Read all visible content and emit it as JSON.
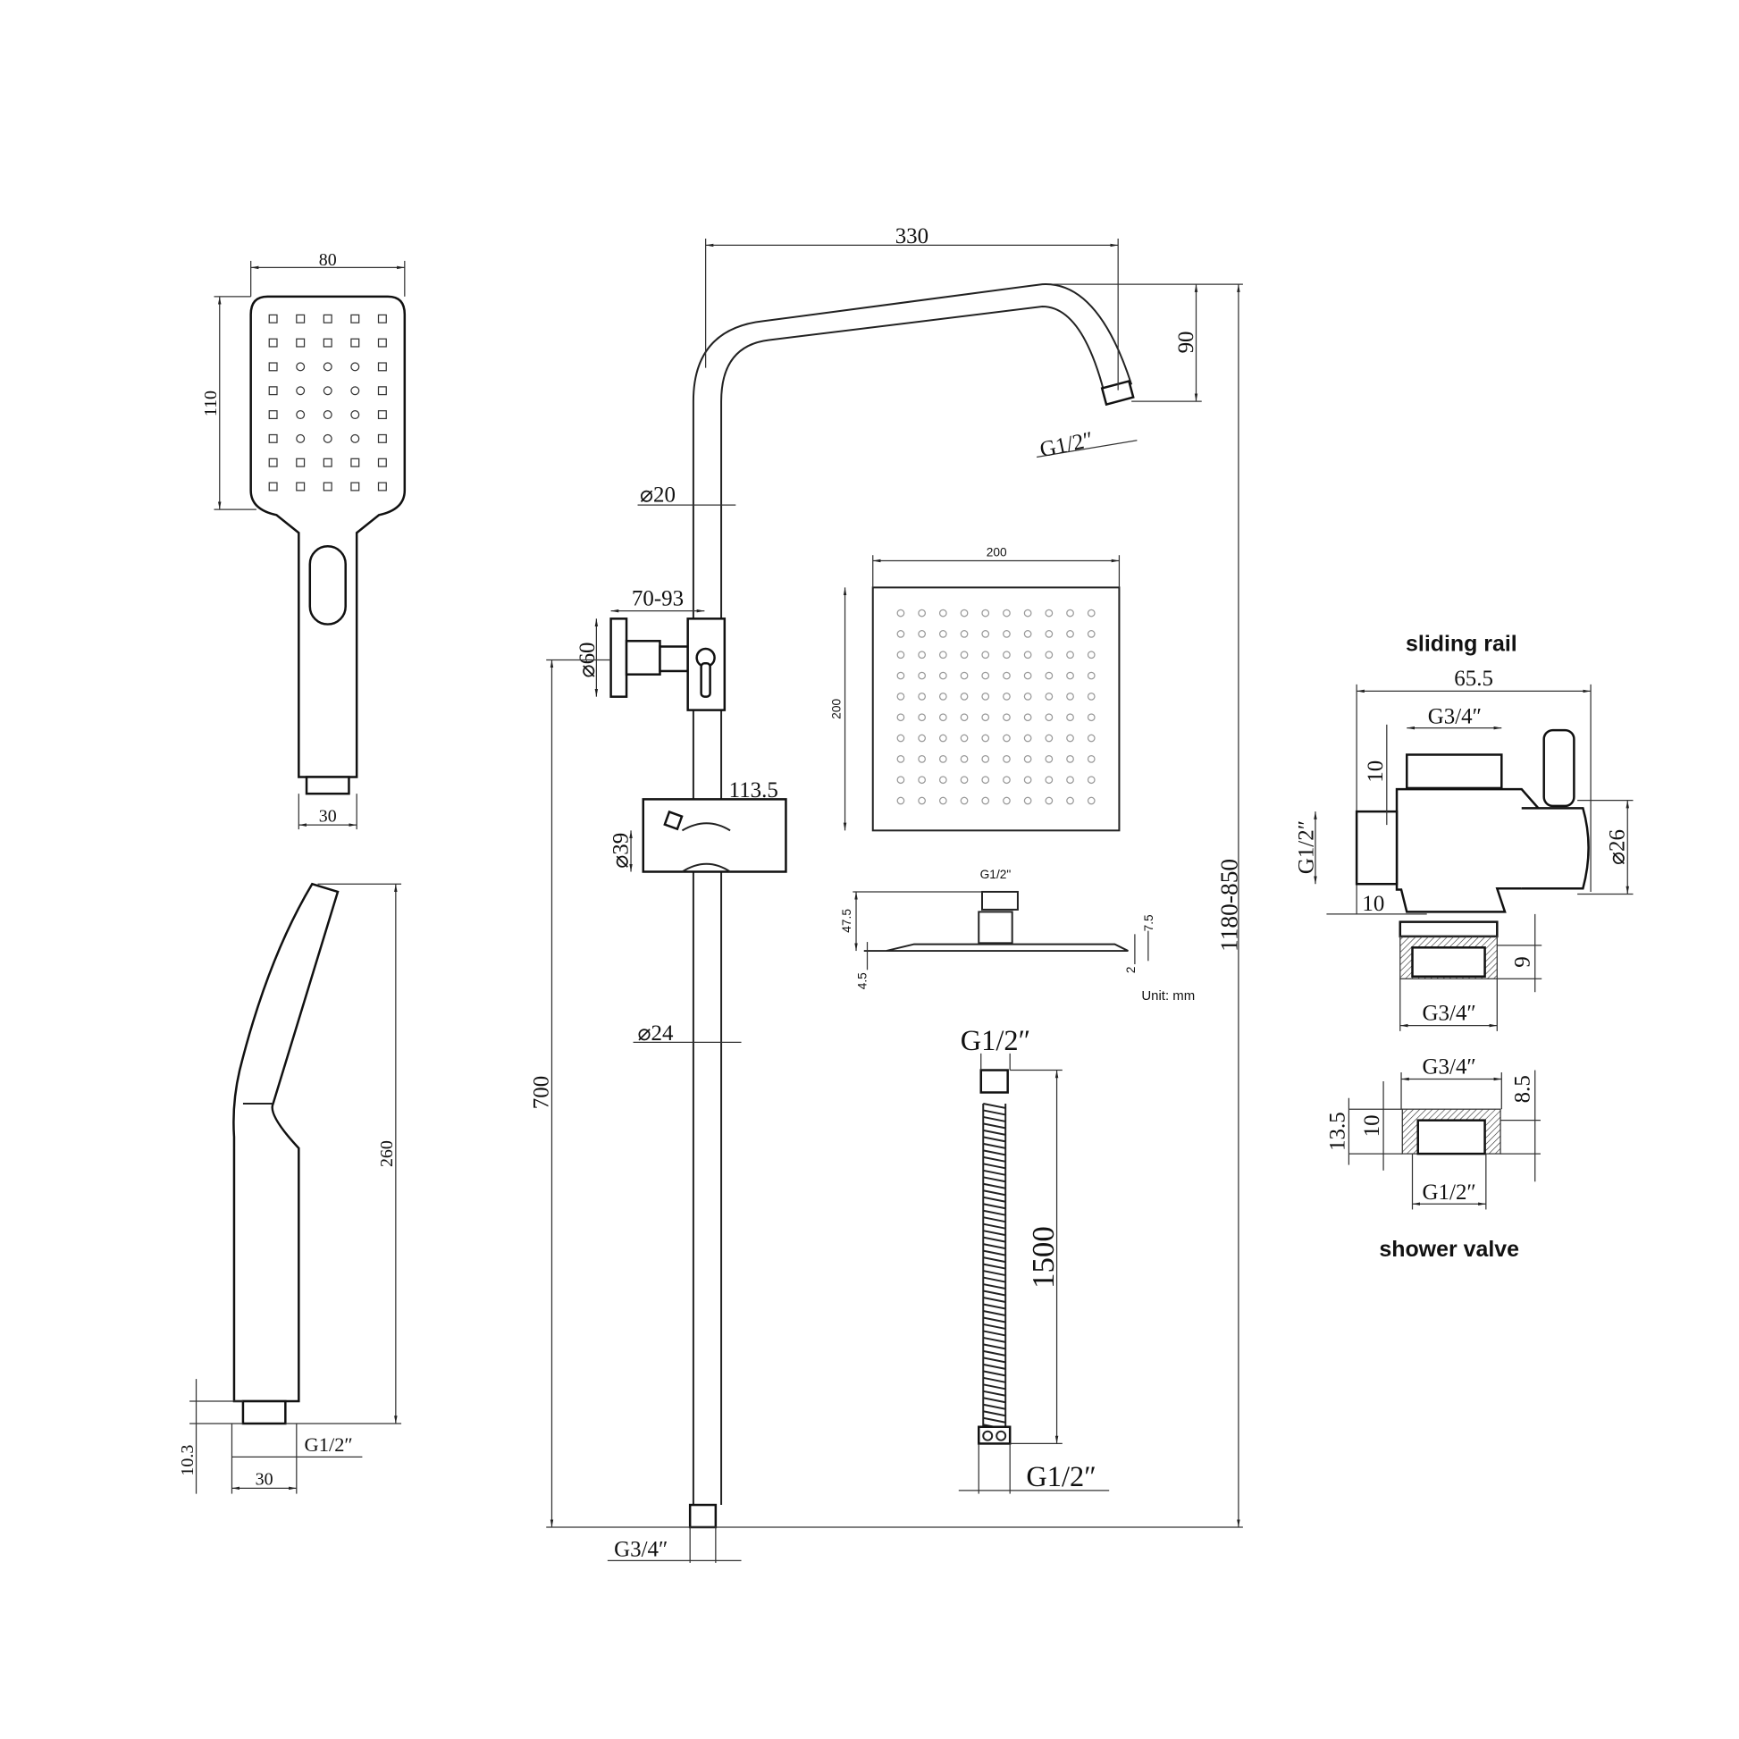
{
  "units_note": "Unit: mm",
  "hand_shower": {
    "width": "80",
    "height": "110",
    "neck_width": "30",
    "side_length": "260",
    "thread_height": "10.3",
    "thread_width": "30",
    "thread": "G1/2″"
  },
  "riser_rail": {
    "arm_reach": "330",
    "arm_drop": "90",
    "arm_thread": "G1/2″",
    "upper_pipe_dia": "⌀20",
    "wall_bracket_offset": "70-93",
    "wall_flange_dia": "⌀60",
    "slider_width": "113.5",
    "slider_dia": "⌀39",
    "lower_pipe_dia": "⌀24",
    "bracket_height": "700",
    "total_height": "1180-850",
    "inlet_thread": "G3/4″"
  },
  "rain_head": {
    "width": "200",
    "depth": "200",
    "thread": "G1/2\"",
    "total_height": "47.5",
    "plate_thickness": "4.5",
    "edge_height": "7.5",
    "edge_thin": "2",
    "nozzle_rows": 10,
    "nozzle_cols": 10
  },
  "hose": {
    "top_thread": "G1/2″",
    "length": "1500",
    "bottom_thread": "G1/2″"
  },
  "sliding_rail": {
    "title": "sliding rail",
    "width": "65.5",
    "top_thread": "G3/4″",
    "top_thread_len": "10",
    "side_thread": "G1/2″",
    "side_thread_len": "10",
    "body_dia": "⌀26",
    "bottom_nut_height": "9",
    "bottom_thread": "G3/4″"
  },
  "shower_valve": {
    "title": "shower valve",
    "top_thread": "G3/4″",
    "total_height": "13.5",
    "inner_height": "10",
    "top_height": "8.5",
    "bottom_thread": "G1/2″"
  }
}
